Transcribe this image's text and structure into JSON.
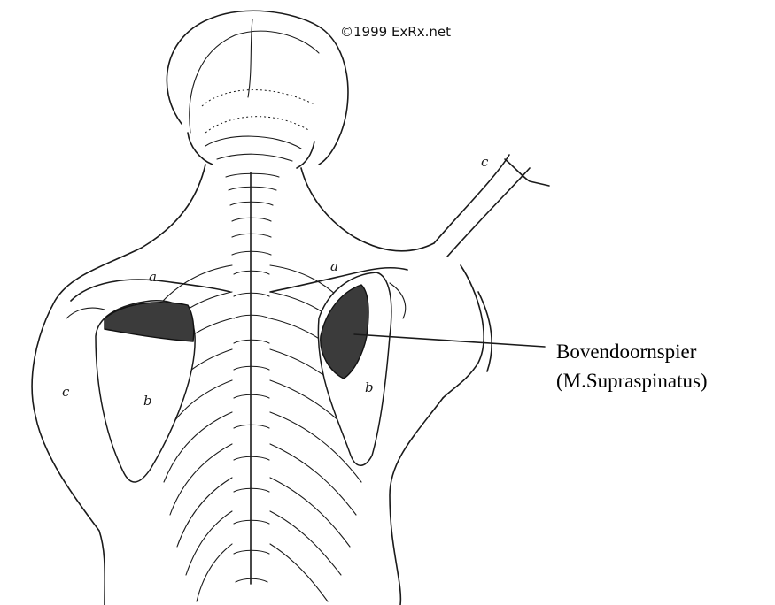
{
  "copyright": "©1999 ExRx.net",
  "label": {
    "line1": "Bovendoornspier",
    "line2": "(M.Supraspinatus)"
  },
  "letters": {
    "a_left": "a",
    "a_right": "a",
    "b_left": "b",
    "b_right": "b",
    "c_left": "c",
    "c_right": "c"
  },
  "colors": {
    "muscle": "#3b3b3b",
    "ink": "#1a1a1a"
  }
}
